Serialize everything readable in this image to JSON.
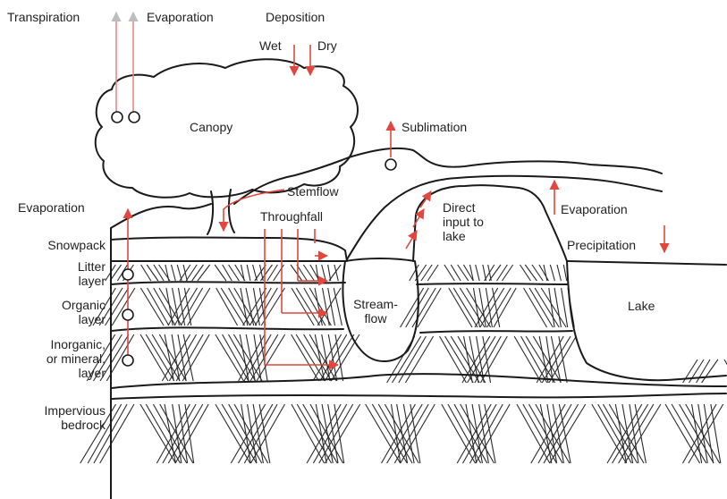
{
  "labels": {
    "transpiration": "Transpiration",
    "evaporation_top": "Evaporation",
    "deposition": "Deposition",
    "wet": "Wet",
    "dry": "Dry",
    "canopy": "Canopy",
    "sublimation": "Sublimation",
    "stemflow": "Stemflow",
    "throughfall": "Throughfall",
    "evaporation_left": "Evaporation",
    "direct_input": "Direct\ninput to\nlake",
    "evaporation_lake": "Evaporation",
    "precipitation": "Precipitation",
    "snowpack": "Snowpack",
    "litter_layer": "Litter\nlayer",
    "organic_layer": "Organic\nlayer",
    "inorganic_layer": "Inorganic,\nor mineral,\nlayer",
    "streamflow": "Stream-\nflow",
    "lake": "Lake",
    "bedrock": "Impervious\nbedrock"
  },
  "colors": {
    "arrow": "#e0473f",
    "ink": "#1a1a1a"
  }
}
